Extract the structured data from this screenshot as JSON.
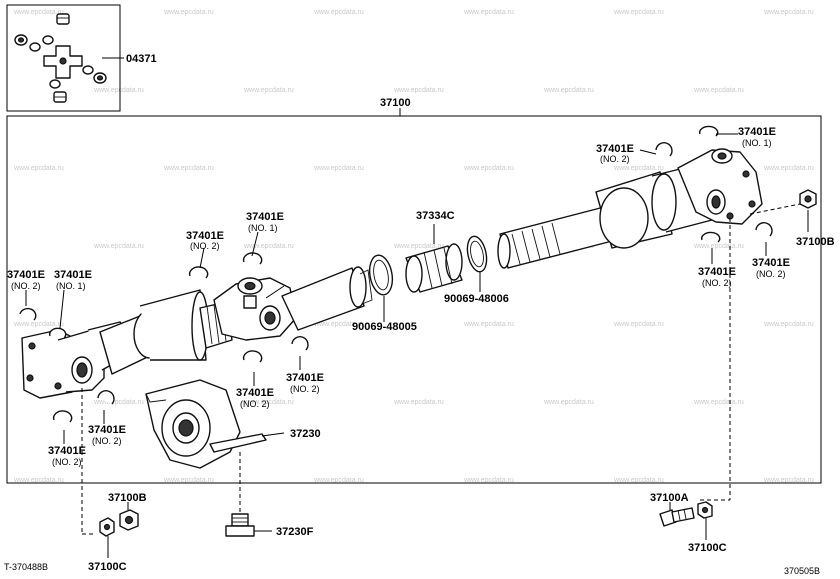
{
  "diagram": {
    "callouts": {
      "kit_04371": "04371",
      "assy_37100": "37100",
      "c37334": "37334C",
      "c37230": "37230",
      "c37230f": "37230F",
      "c37100b_right": "37100B",
      "c37100b_left": "37100B",
      "c37100a": "37100A",
      "c37100c_left": "37100C",
      "c37100c_right": "37100C",
      "c90069_48006": "90069-48006",
      "c90069_48005": "90069-48005"
    },
    "snap_rings": {
      "code": "37401E",
      "no1": "(NO. 1)",
      "no2": "(NO. 2)"
    },
    "corner_left": "T-370488B",
    "corner_right": "370505B",
    "watermark": "www.epcdata.ru"
  }
}
